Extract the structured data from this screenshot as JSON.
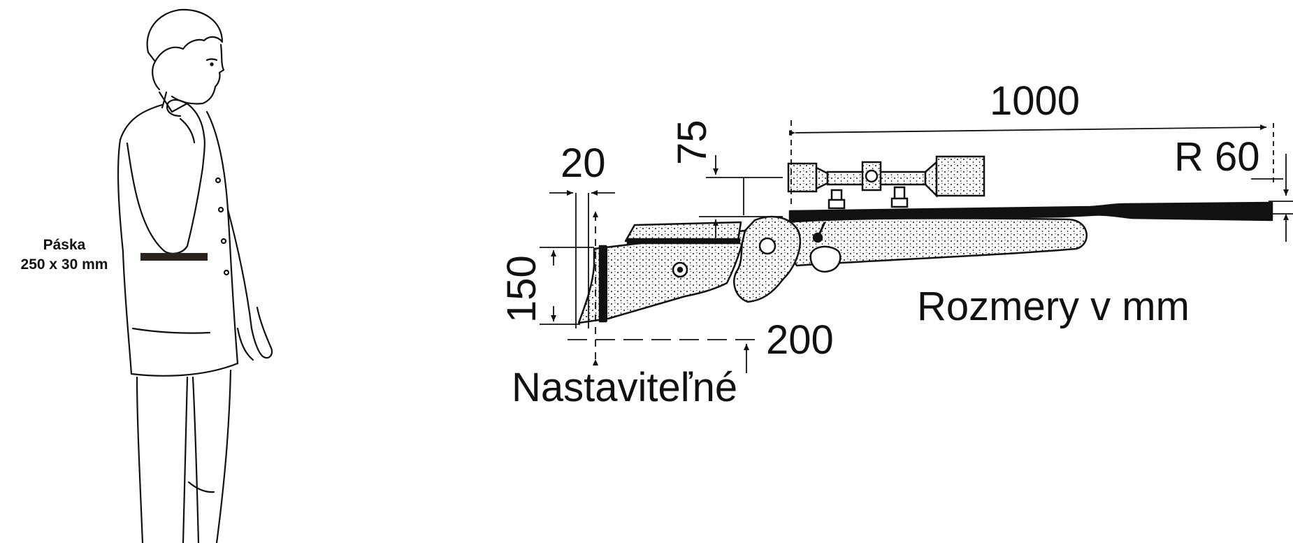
{
  "labels": {
    "strap_title": "Páska",
    "strap_size": "250 x 30 mm",
    "dim_length": "1000",
    "dim_radius": "R 60",
    "dim_scope_height": "75",
    "dim_buttplate_width": "20",
    "dim_stock_depth": "150",
    "dim_adjust_range": "200",
    "adjustable": "Nastaviteľné",
    "units": "Rozmery v mm"
  },
  "colors": {
    "ink": "#111111",
    "strap": "#2a221c",
    "stipple": "#ffffff"
  }
}
